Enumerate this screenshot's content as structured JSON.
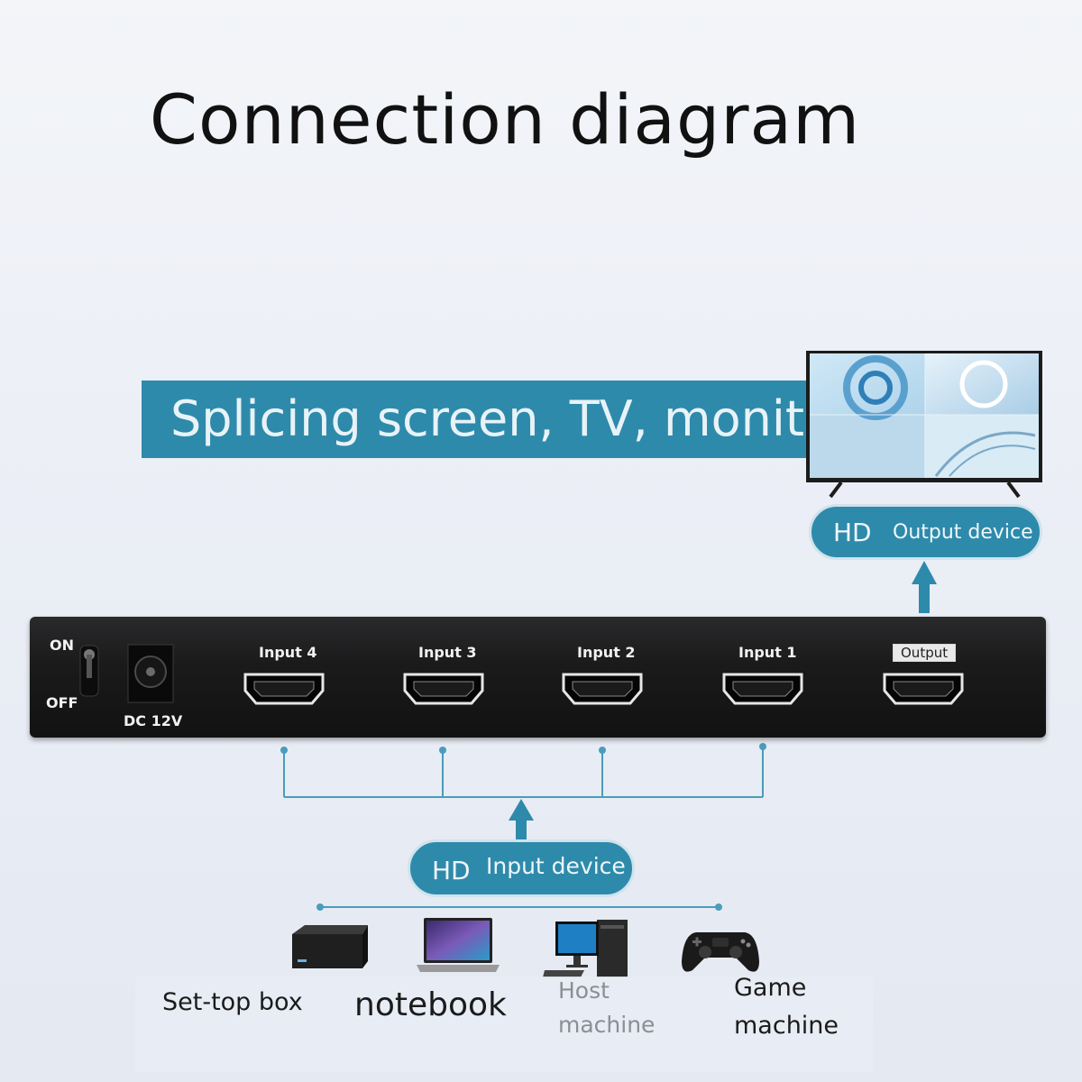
{
  "title": "Connection diagram",
  "banner": "Splicing screen, TV, monitor",
  "output_pill": {
    "prefix": "HD",
    "label": "Output device"
  },
  "input_pill": {
    "prefix": "HD",
    "label": "Input device"
  },
  "device": {
    "power_on": "ON",
    "power_off": "OFF",
    "dc": "DC 12V",
    "ports": [
      "Input 4",
      "Input 3",
      "Input 2",
      "Input 1",
      "Output"
    ]
  },
  "sources": {
    "set_top_box": "Set-top box",
    "notebook": "notebook",
    "host_1": "Host",
    "host_2": "machine",
    "game_1": "Game",
    "game_2": "machine"
  },
  "colors": {
    "accent": "#2e8aab",
    "device": "#1a1a1b",
    "line": "#3a8fb0"
  }
}
